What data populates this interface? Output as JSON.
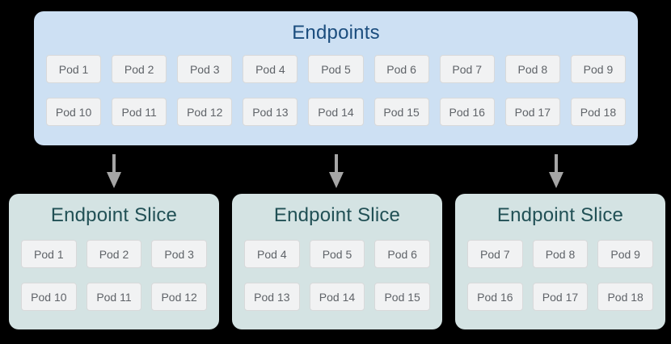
{
  "diagram": {
    "endpoints": {
      "title": "Endpoints",
      "pods": [
        "Pod 1",
        "Pod 2",
        "Pod 3",
        "Pod 4",
        "Pod 5",
        "Pod 6",
        "Pod 7",
        "Pod 8",
        "Pod 9",
        "Pod 10",
        "Pod 11",
        "Pod 12",
        "Pod 13",
        "Pod 14",
        "Pod 15",
        "Pod 16",
        "Pod 17",
        "Pod 18"
      ]
    },
    "slices": [
      {
        "title": "Endpoint Slice",
        "pods": [
          "Pod 1",
          "Pod 2",
          "Pod 3",
          "Pod 10",
          "Pod 11",
          "Pod 12"
        ]
      },
      {
        "title": "Endpoint Slice",
        "pods": [
          "Pod 4",
          "Pod 5",
          "Pod 6",
          "Pod 13",
          "Pod 14",
          "Pod 15"
        ]
      },
      {
        "title": "Endpoint Slice",
        "pods": [
          "Pod 7",
          "Pod 8",
          "Pod 9",
          "Pod 16",
          "Pod 17",
          "Pod 18"
        ]
      }
    ],
    "arrows": [
      {
        "icon": "down-arrow"
      },
      {
        "icon": "down-arrow"
      },
      {
        "icon": "down-arrow"
      }
    ],
    "colors": {
      "canvas_background": "#000000",
      "endpoints_box": "#cde0f3",
      "endpoints_title_text": "#1b4d7e",
      "slice_box": "#d4e3e3",
      "slice_title_text": "#215055",
      "pod_background": "#f1f2f3",
      "pod_border": "#d8d9da",
      "pod_text": "#5f6368",
      "arrow": "#a6a6a6"
    }
  }
}
